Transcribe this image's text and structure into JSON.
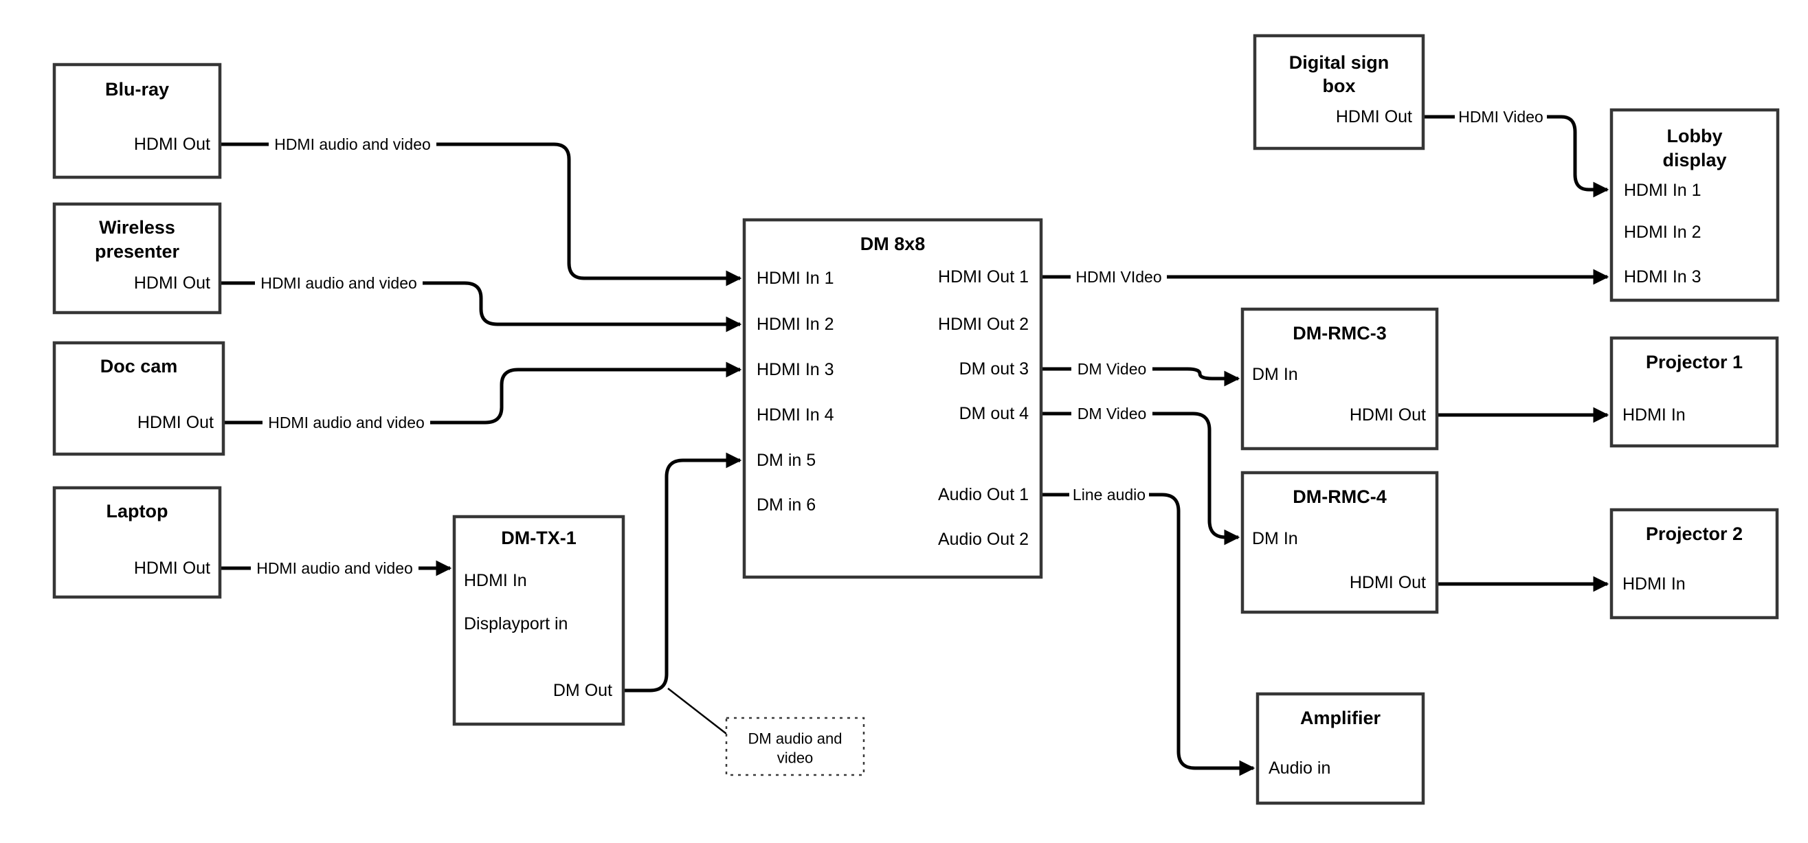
{
  "colors": {
    "background": "#ffffff",
    "box_border": "#363636",
    "wire": "#000000",
    "text": "#000000"
  },
  "diagram": {
    "nodes": [
      {
        "id": "bluray",
        "title_lines": [
          "Blu-ray"
        ],
        "ports": [
          {
            "id": "hdmi-out",
            "label": "HDMI Out"
          }
        ]
      },
      {
        "id": "wireless",
        "title_lines": [
          "Wireless",
          "presenter"
        ],
        "ports": [
          {
            "id": "hdmi-out",
            "label": "HDMI Out"
          }
        ]
      },
      {
        "id": "doccam",
        "title_lines": [
          "Doc cam"
        ],
        "ports": [
          {
            "id": "hdmi-out",
            "label": "HDMI Out"
          }
        ]
      },
      {
        "id": "laptop",
        "title_lines": [
          "Laptop"
        ],
        "ports": [
          {
            "id": "hdmi-out",
            "label": "HDMI Out"
          }
        ]
      },
      {
        "id": "dmtx1",
        "title_lines": [
          "DM-TX-1"
        ],
        "ports": [
          {
            "id": "hdmi-in",
            "label": "HDMI In"
          },
          {
            "id": "displayport-in",
            "label": "Displayport in"
          },
          {
            "id": "dm-out",
            "label": "DM Out"
          }
        ]
      },
      {
        "id": "dm8x8",
        "title_lines": [
          "DM 8x8"
        ],
        "ports": [
          {
            "id": "hdmi-in-1",
            "label": "HDMI In 1"
          },
          {
            "id": "hdmi-in-2",
            "label": "HDMI In 2"
          },
          {
            "id": "hdmi-in-3",
            "label": "HDMI In 3"
          },
          {
            "id": "hdmi-in-4",
            "label": "HDMI In 4"
          },
          {
            "id": "dm-in-5",
            "label": "DM in 5"
          },
          {
            "id": "dm-in-6",
            "label": "DM in 6"
          },
          {
            "id": "hdmi-out-1",
            "label": "HDMI Out 1"
          },
          {
            "id": "hdmi-out-2",
            "label": "HDMI Out 2"
          },
          {
            "id": "dm-out-3",
            "label": "DM out 3"
          },
          {
            "id": "dm-out-4",
            "label": "DM out 4"
          },
          {
            "id": "audio-out-1",
            "label": "Audio Out 1"
          },
          {
            "id": "audio-out-2",
            "label": "Audio Out 2"
          }
        ]
      },
      {
        "id": "digisign",
        "title_lines": [
          "Digital sign",
          "box"
        ],
        "ports": [
          {
            "id": "hdmi-out",
            "label": "HDMI Out"
          }
        ]
      },
      {
        "id": "lobby",
        "title_lines": [
          "Lobby",
          "display"
        ],
        "ports": [
          {
            "id": "hdmi-in-1",
            "label": "HDMI In 1"
          },
          {
            "id": "hdmi-in-2",
            "label": "HDMI In 2"
          },
          {
            "id": "hdmi-in-3",
            "label": "HDMI In 3"
          }
        ]
      },
      {
        "id": "rmc3",
        "title_lines": [
          "DM-RMC-3"
        ],
        "ports": [
          {
            "id": "dm-in",
            "label": "DM In"
          },
          {
            "id": "hdmi-out",
            "label": "HDMI Out"
          }
        ]
      },
      {
        "id": "proj1",
        "title_lines": [
          "Projector 1"
        ],
        "ports": [
          {
            "id": "hdmi-in",
            "label": "HDMI In"
          }
        ]
      },
      {
        "id": "rmc4",
        "title_lines": [
          "DM-RMC-4"
        ],
        "ports": [
          {
            "id": "dm-in",
            "label": "DM In"
          },
          {
            "id": "hdmi-out",
            "label": "HDMI Out"
          }
        ]
      },
      {
        "id": "proj2",
        "title_lines": [
          "Projector 2"
        ],
        "ports": [
          {
            "id": "hdmi-in",
            "label": "HDMI In"
          }
        ]
      },
      {
        "id": "amp",
        "title_lines": [
          "Amplifier"
        ],
        "ports": [
          {
            "id": "audio-in",
            "label": "Audio in"
          }
        ]
      }
    ],
    "wires": [
      {
        "id": "w-bluray",
        "from": "bluray.hdmi-out",
        "to": "dm8x8.hdmi-in-1",
        "label": "HDMI audio and video"
      },
      {
        "id": "w-wireless",
        "from": "wireless.hdmi-out",
        "to": "dm8x8.hdmi-in-2",
        "label": "HDMI audio and video"
      },
      {
        "id": "w-doccam",
        "from": "doccam.hdmi-out",
        "to": "dm8x8.hdmi-in-3",
        "label": "HDMI audio and video"
      },
      {
        "id": "w-laptop",
        "from": "laptop.hdmi-out",
        "to": "dmtx1.hdmi-in",
        "label": "HDMI audio and video"
      },
      {
        "id": "w-dmtx1",
        "from": "dmtx1.dm-out",
        "to": "dm8x8.dm-in-5",
        "label": ""
      },
      {
        "id": "w-out1",
        "from": "dm8x8.hdmi-out-1",
        "to": "lobby.hdmi-in-3",
        "label": "HDMI VIdeo"
      },
      {
        "id": "w-out3",
        "from": "dm8x8.dm-out-3",
        "to": "rmc3.dm-in",
        "label": "DM Video"
      },
      {
        "id": "w-out4",
        "from": "dm8x8.dm-out-4",
        "to": "rmc4.dm-in",
        "label": "DM Video"
      },
      {
        "id": "w-audio1",
        "from": "dm8x8.audio-out-1",
        "to": "amp.audio-in",
        "label": "Line audio"
      },
      {
        "id": "w-digisign",
        "from": "digisign.hdmi-out",
        "to": "lobby.hdmi-in-1",
        "label": "HDMI Video"
      },
      {
        "id": "w-rmc3",
        "from": "rmc3.hdmi-out",
        "to": "proj1.hdmi-in",
        "label": ""
      },
      {
        "id": "w-rmc4",
        "from": "rmc4.hdmi-out",
        "to": "proj2.hdmi-in",
        "label": ""
      }
    ],
    "note": {
      "lines": [
        "DM audio and",
        "video"
      ],
      "attached_to": "w-dmtx1"
    }
  }
}
